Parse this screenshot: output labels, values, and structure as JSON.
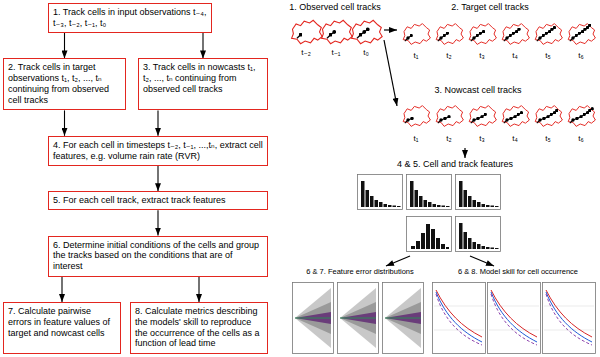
{
  "diagram": {
    "nodes": [
      {
        "text": [
          "1. Track cells in input observations t₋₄, t₋₃, t₋₂, t₋₁, t₀"
        ]
      },
      {
        "text": [
          "2. Track cells in target observations t₁, t₂, ..., tₙ continuing from observed cell tracks"
        ]
      },
      {
        "text": [
          "3. Track cells in nowcasts t₁, t₂, ..., tₙ continuing from observed cell tracks"
        ]
      },
      {
        "text": [
          "4. For each cell in timesteps t₋₂, t₋₁, ...,tₙ, extract cell features, e.g. volume rain rate (RVR)"
        ]
      },
      {
        "text": [
          "5. For each cell track, extract track features"
        ]
      },
      {
        "text": [
          "6. Determine initial conditions of the cells and group the tracks based on the conditions that are of interest"
        ]
      },
      {
        "text": [
          "7. Calculate pairwise errors in feature values of target and nowcast cells"
        ]
      },
      {
        "text": [
          "8. Calculate metrics describing the models' skill to reproduce the occurrence of the cells as a function of lead time"
        ]
      }
    ],
    "edges": [
      {
        "from": 0,
        "to": 1,
        "arrow": "to"
      },
      {
        "from": 0,
        "to": 2,
        "arrow": "to"
      },
      {
        "from": 1,
        "to": 3,
        "arrow": "to"
      },
      {
        "from": 2,
        "to": 3,
        "arrow": "to"
      },
      {
        "from": 3,
        "to": 4,
        "arrow": "to"
      },
      {
        "from": 4,
        "to": 5,
        "arrow": "to"
      },
      {
        "from": 5,
        "to": 6,
        "arrow": "to"
      },
      {
        "from": 5,
        "to": 7,
        "arrow": "to"
      }
    ],
    "labels": [
      "1. Observed cell tracks",
      "t₋₂",
      "t₋₁",
      "t₀",
      "2. Target cell tracks",
      "t₁",
      "t₂",
      "t₃",
      "t₄",
      "t₅",
      "t₆",
      "3. Nowcast cell tracks",
      "t₁",
      "t₂",
      "t₃",
      "t₄",
      "t₅",
      "t₆",
      "4 & 5. Cell and track features",
      "6 & 7. Feature error distributions",
      "6 & 8. Model skill for cell occurrence"
    ]
  }
}
